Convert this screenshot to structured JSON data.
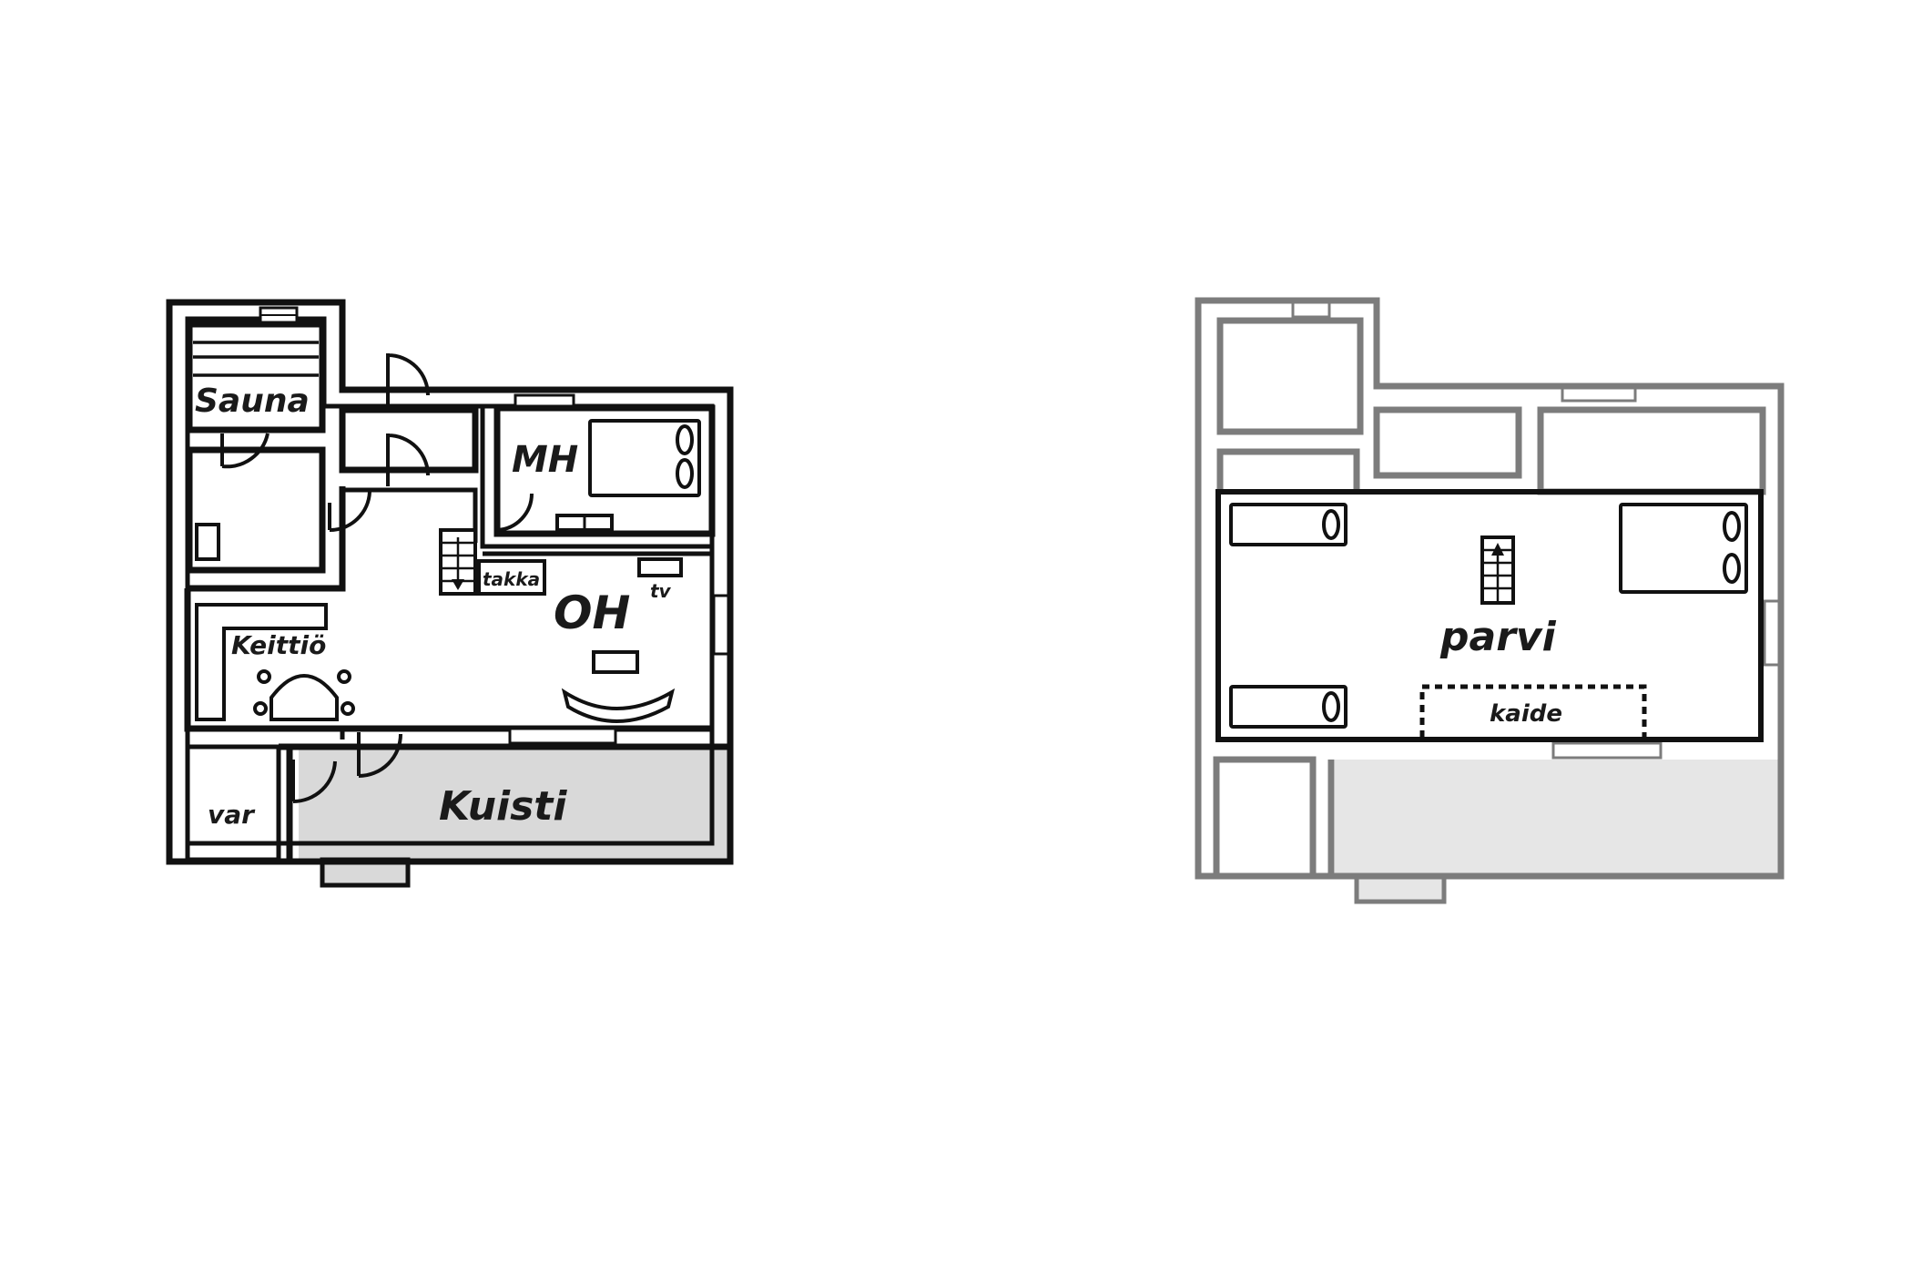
{
  "ground_floor": {
    "rooms": {
      "sauna": "Sauna",
      "mh": "MH",
      "oh": "OH",
      "takka": "takka",
      "tv": "tv",
      "keittio": "Keittiö",
      "var": "var",
      "kuisti": "Kuisti"
    }
  },
  "upper_floor": {
    "rooms": {
      "parvi": "parvi",
      "kaide": "kaide"
    }
  },
  "colors": {
    "ground_wall": "#111111",
    "upper_wall": "#7c7c7c",
    "porch_fill_ground": "#d9d9d9",
    "porch_fill_upper": "#e6e6e6"
  }
}
